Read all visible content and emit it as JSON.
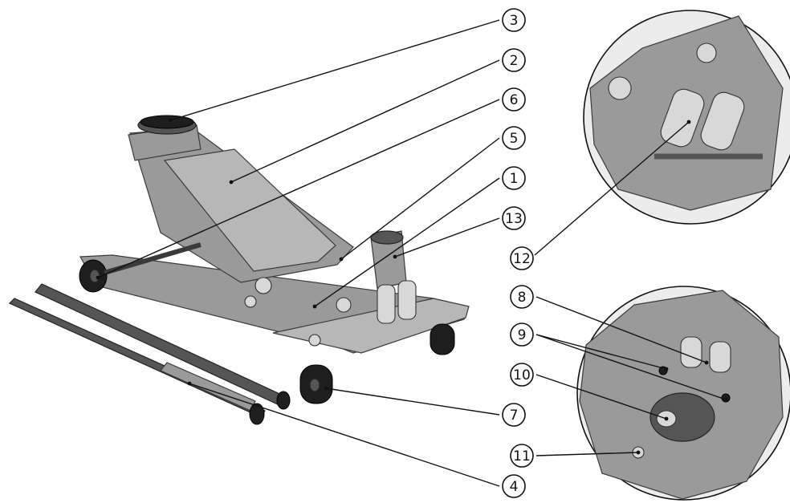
{
  "callouts": [
    {
      "id": "c3",
      "label": "3"
    },
    {
      "id": "c2",
      "label": "2"
    },
    {
      "id": "c6",
      "label": "6"
    },
    {
      "id": "c5",
      "label": "5"
    },
    {
      "id": "c1",
      "label": "1"
    },
    {
      "id": "c13",
      "label": "13"
    },
    {
      "id": "c12",
      "label": "12"
    },
    {
      "id": "c8",
      "label": "8"
    },
    {
      "id": "c9",
      "label": "9"
    },
    {
      "id": "c10",
      "label": "10"
    },
    {
      "id": "c11",
      "label": "11"
    },
    {
      "id": "c7",
      "label": "7"
    },
    {
      "id": "c4",
      "label": "4"
    }
  ],
  "colors": {
    "ink": "#111111",
    "frame": "#9a9a9a",
    "wheels": "#1e1e1e",
    "background": "#ffffff"
  }
}
